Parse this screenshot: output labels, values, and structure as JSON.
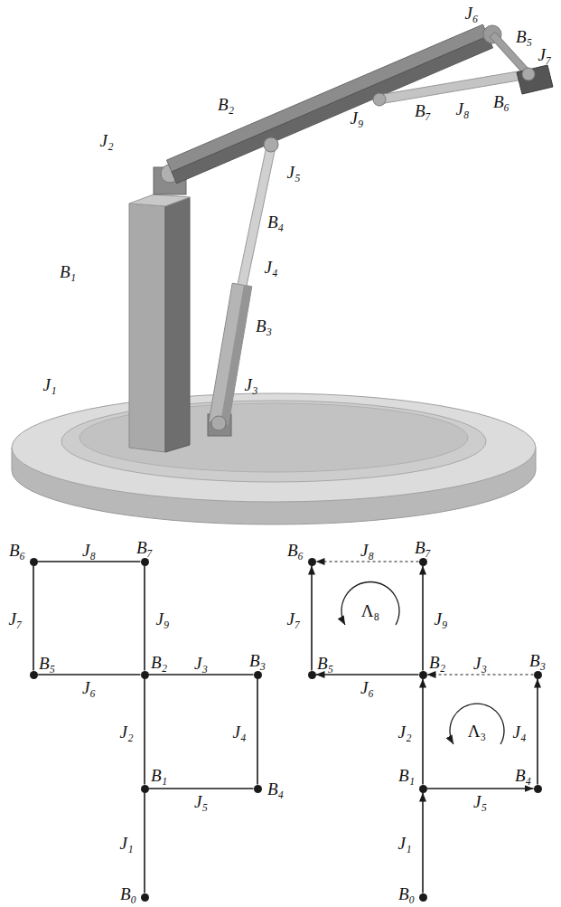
{
  "diagram": {
    "nodes": [
      {
        "text": [
          "B₆"
        ]
      },
      {
        "text": [
          "B₇"
        ]
      },
      {
        "text": [
          "B₅"
        ]
      },
      {
        "text": [
          "B₂"
        ]
      },
      {
        "text": [
          "B₃"
        ]
      },
      {
        "text": [
          "B₁"
        ]
      },
      {
        "text": [
          "B₄"
        ]
      },
      {
        "text": [
          "B₀"
        ]
      },
      {
        "text": [
          "B₆"
        ]
      },
      {
        "text": [
          "B₇"
        ]
      },
      {
        "text": [
          "B₅"
        ]
      },
      {
        "text": [
          "B₂"
        ]
      },
      {
        "text": [
          "B₃"
        ]
      },
      {
        "text": [
          "B₁"
        ]
      },
      {
        "text": [
          "B₄"
        ]
      },
      {
        "text": [
          "B₀"
        ]
      }
    ],
    "edges": [
      {
        "from": 0,
        "to": 1,
        "arrow": "none",
        "label": "J₈"
      },
      {
        "from": 0,
        "to": 2,
        "arrow": "none",
        "label": "J₇"
      },
      {
        "from": 1,
        "to": 3,
        "arrow": "none",
        "label": "J₉"
      },
      {
        "from": 2,
        "to": 3,
        "arrow": "none",
        "label": "J₆"
      },
      {
        "from": 3,
        "to": 4,
        "arrow": "none",
        "label": "J₃"
      },
      {
        "from": 3,
        "to": 5,
        "arrow": "none",
        "label": "J₂"
      },
      {
        "from": 4,
        "to": 6,
        "arrow": "none",
        "label": "J₄"
      },
      {
        "from": 5,
        "to": 6,
        "arrow": "none",
        "label": "J₅"
      },
      {
        "from": 5,
        "to": 7,
        "arrow": "none",
        "label": "J₁"
      },
      {
        "from": 9,
        "to": 8,
        "arrow": "to",
        "label": "J₈"
      },
      {
        "from": 10,
        "to": 8,
        "arrow": "to",
        "label": "J₇"
      },
      {
        "from": 11,
        "to": 9,
        "arrow": "to",
        "label": "J₉"
      },
      {
        "from": 11,
        "to": 10,
        "arrow": "to",
        "label": "J₆"
      },
      {
        "from": 12,
        "to": 11,
        "arrow": "to",
        "label": "J₃"
      },
      {
        "from": 13,
        "to": 11,
        "arrow": "to",
        "label": "J₂"
      },
      {
        "from": 14,
        "to": 12,
        "arrow": "to",
        "label": "J₄"
      },
      {
        "from": 13,
        "to": 14,
        "arrow": "to",
        "label": "J₅"
      },
      {
        "from": 15,
        "to": 13,
        "arrow": "to",
        "label": "J₁"
      }
    ],
    "labels": [
      "J₆",
      "B₅",
      "J₇",
      "B₂",
      "B₇",
      "J₈",
      "B₆",
      "J₉",
      "J₂",
      "J₅",
      "B₄",
      "J₄",
      "B₁",
      "B₃",
      "J₁",
      "J₃",
      "Λ₈",
      "Λ₃"
    ]
  }
}
